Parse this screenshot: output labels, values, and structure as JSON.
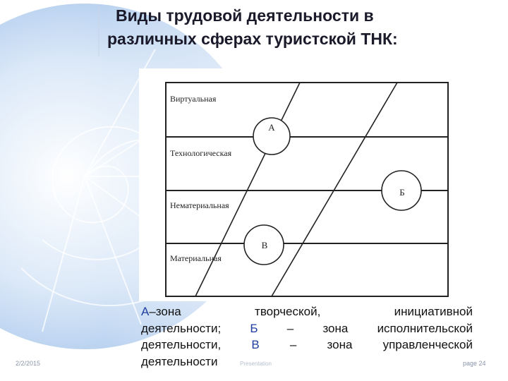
{
  "slide": {
    "title_line1": "Виды трудовой деятельности в",
    "title_line2": "различных сферах туристской ТНК:"
  },
  "diagram": {
    "rows": [
      "Виртуальная",
      "Технологическая",
      "Нематериальная",
      "Материальная"
    ],
    "zones": [
      "А",
      "Б",
      "В"
    ]
  },
  "caption": {
    "line1_a": "А",
    "line1_rest": "–зона творческой, инициативной",
    "line2_a": "деятельности; ",
    "line2_b": "Б",
    "line2_rest": " – зона исполнительской",
    "line3_a": "деятельности, ",
    "line3_b": "В",
    "line3_rest": " – зона управленческой",
    "line4": "деятельности"
  },
  "footer": {
    "date": "2/2/2015",
    "middle": "Presentation",
    "page": "page 24"
  },
  "colors": {
    "accent": "#1f3fa0",
    "background_swirl": "#cfe0f5"
  }
}
